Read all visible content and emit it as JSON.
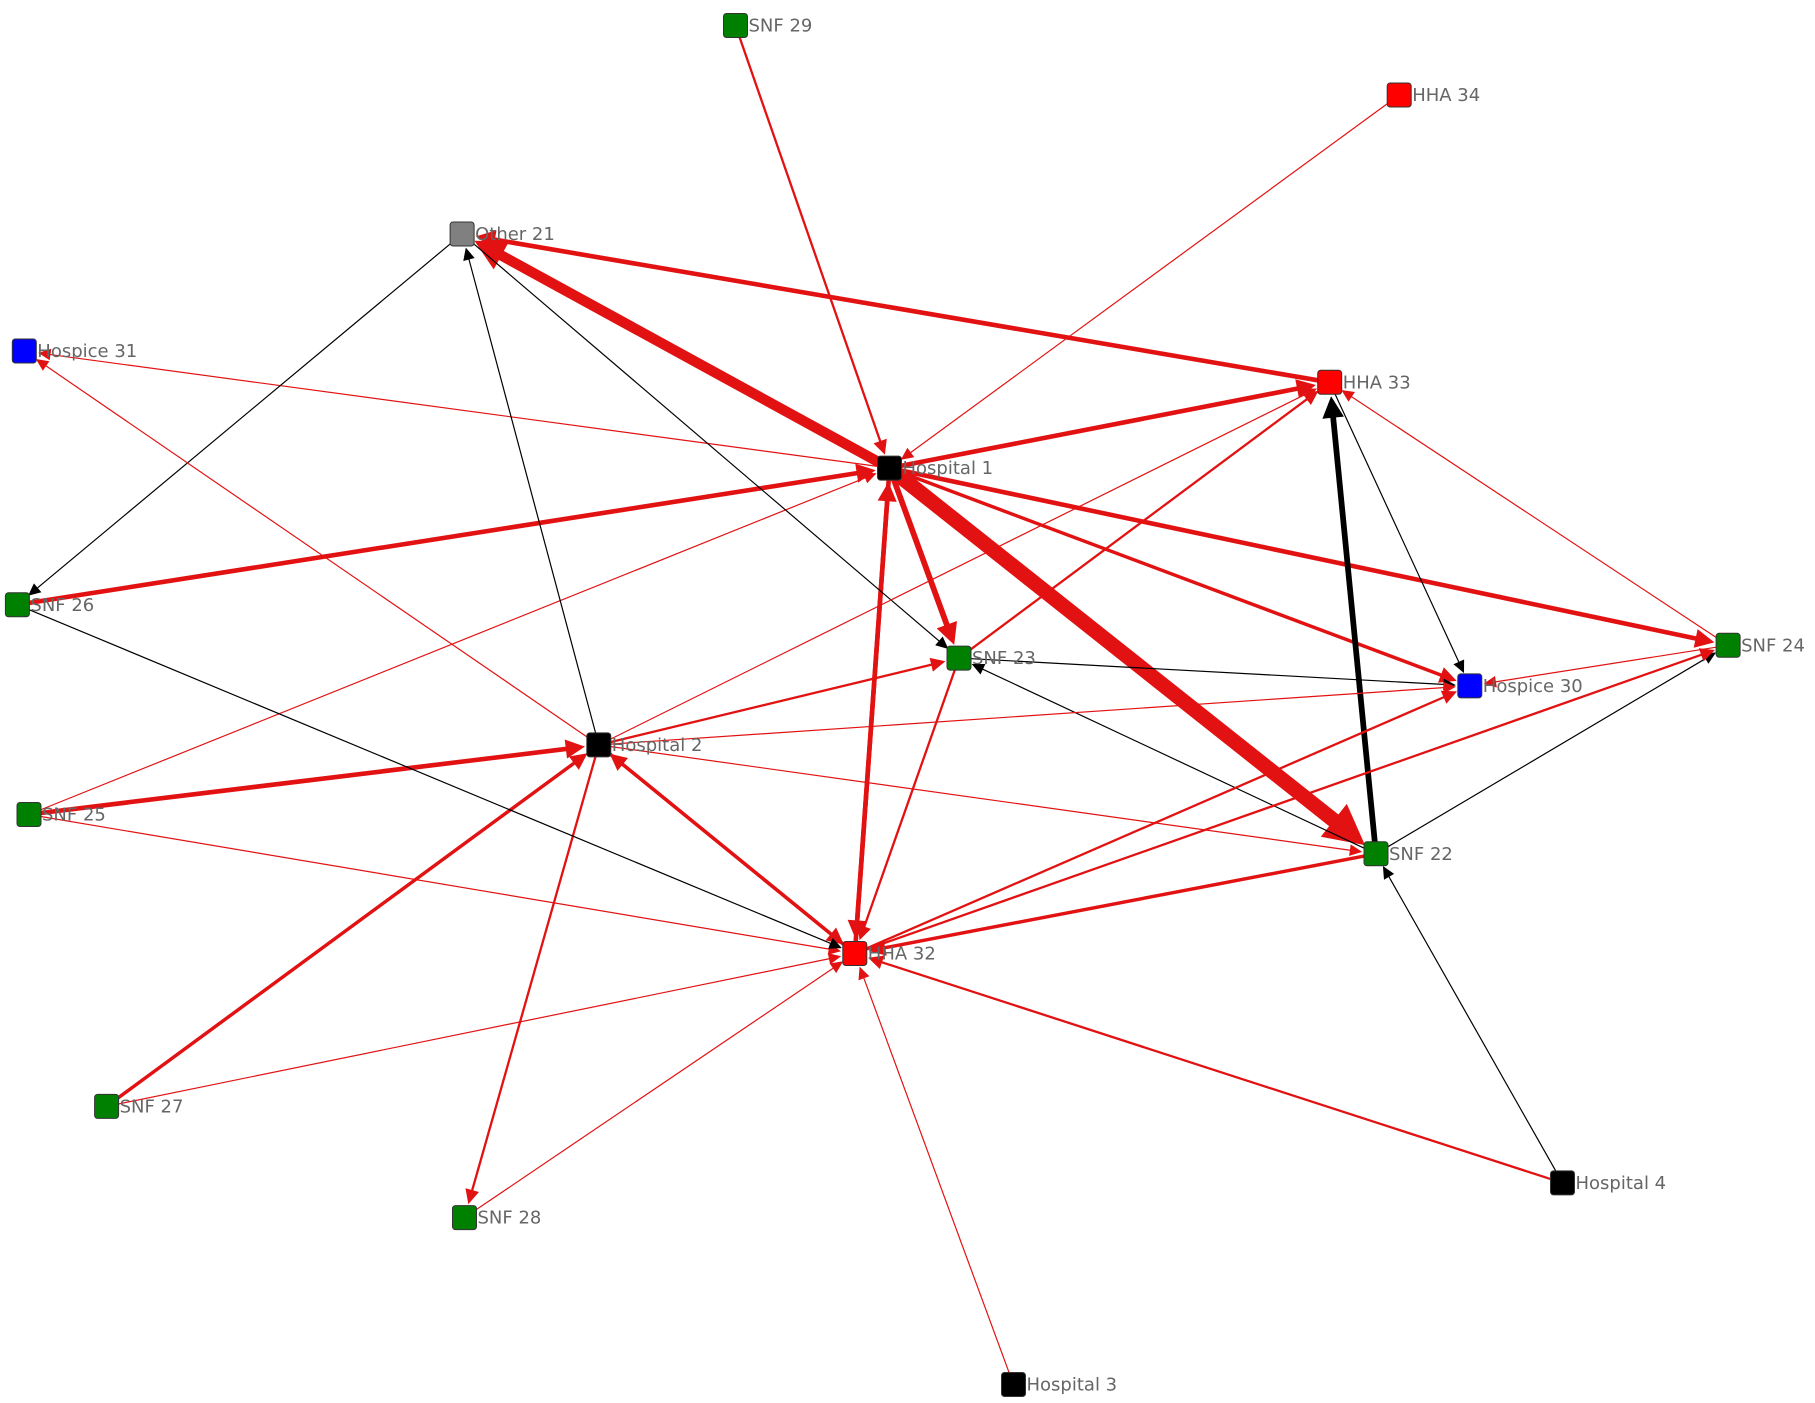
{
  "colors": {
    "hospital": "#000000",
    "snf": "#008000",
    "hha": "#ff0000",
    "hospice": "#0000ff",
    "other": "#808080",
    "edge_red": "#e31212",
    "edge_black": "#000000",
    "label": "#666666"
  },
  "nodes": [
    {
      "id": "h1",
      "label": "Hospital 1",
      "kind": "hospital"
    },
    {
      "id": "h2",
      "label": "Hospital 2",
      "kind": "hospital"
    },
    {
      "id": "h3",
      "label": "Hospital 3",
      "kind": "hospital"
    },
    {
      "id": "h4",
      "label": "Hospital 4",
      "kind": "hospital"
    },
    {
      "id": "o21",
      "label": "Other 21",
      "kind": "other"
    },
    {
      "id": "s22",
      "label": "SNF 22",
      "kind": "snf"
    },
    {
      "id": "s23",
      "label": "SNF 23",
      "kind": "snf"
    },
    {
      "id": "s24",
      "label": "SNF 24",
      "kind": "snf"
    },
    {
      "id": "s25",
      "label": "SNF 25",
      "kind": "snf"
    },
    {
      "id": "s26",
      "label": "SNF 26",
      "kind": "snf"
    },
    {
      "id": "s27",
      "label": "SNF 27",
      "kind": "snf"
    },
    {
      "id": "s28",
      "label": "SNF 28",
      "kind": "snf"
    },
    {
      "id": "s29",
      "label": "SNF 29",
      "kind": "snf"
    },
    {
      "id": "hs30",
      "label": "Hospice 30",
      "kind": "hospice"
    },
    {
      "id": "hs31",
      "label": "Hospice 31",
      "kind": "hospice"
    },
    {
      "id": "a32",
      "label": "HHA 32",
      "kind": "hha"
    },
    {
      "id": "a33",
      "label": "HHA 33",
      "kind": "hha"
    },
    {
      "id": "a34",
      "label": "HHA 34",
      "kind": "hha"
    }
  ],
  "edges": [
    {
      "from": "h1",
      "to": "o21",
      "color": "red",
      "weight": 9
    },
    {
      "from": "a33",
      "to": "o21",
      "color": "red",
      "weight": 4
    },
    {
      "from": "h1",
      "to": "a33",
      "color": "red",
      "weight": 4
    },
    {
      "from": "h1",
      "to": "s22",
      "color": "red",
      "weight": 13
    },
    {
      "from": "h1",
      "to": "s23",
      "color": "red",
      "weight": 5
    },
    {
      "from": "h1",
      "to": "s24",
      "color": "red",
      "weight": 4
    },
    {
      "from": "h1",
      "to": "hs30",
      "color": "red",
      "weight": 3
    },
    {
      "from": "h1",
      "to": "a32",
      "color": "red",
      "weight": 4
    },
    {
      "from": "a32",
      "to": "h1",
      "color": "red",
      "weight": 4
    },
    {
      "from": "s29",
      "to": "h1",
      "color": "red",
      "weight": 2
    },
    {
      "from": "s26",
      "to": "h1",
      "color": "red",
      "weight": 4
    },
    {
      "from": "a34",
      "to": "h1",
      "color": "red",
      "weight": 1
    },
    {
      "from": "h1",
      "to": "hs31",
      "color": "red",
      "weight": 1
    },
    {
      "from": "s25",
      "to": "h1",
      "color": "red",
      "weight": 1
    },
    {
      "from": "s22",
      "to": "a33",
      "color": "black",
      "weight": 5
    },
    {
      "from": "a33",
      "to": "hs30",
      "color": "black",
      "weight": 1
    },
    {
      "from": "s24",
      "to": "a33",
      "color": "red",
      "weight": 1
    },
    {
      "from": "s22",
      "to": "s24",
      "color": "black",
      "weight": 1
    },
    {
      "from": "s22",
      "to": "s23",
      "color": "black",
      "weight": 1
    },
    {
      "from": "s23",
      "to": "hs30",
      "color": "black",
      "weight": 1
    },
    {
      "from": "o21",
      "to": "s23",
      "color": "black",
      "weight": 1
    },
    {
      "from": "o21",
      "to": "s26",
      "color": "black",
      "weight": 1
    },
    {
      "from": "h2",
      "to": "o21",
      "color": "black",
      "weight": 1
    },
    {
      "from": "h2",
      "to": "s23",
      "color": "red",
      "weight": 2
    },
    {
      "from": "h2",
      "to": "a33",
      "color": "red",
      "weight": 1
    },
    {
      "from": "h2",
      "to": "hs30",
      "color": "red",
      "weight": 1
    },
    {
      "from": "h2",
      "to": "s22",
      "color": "red",
      "weight": 1
    },
    {
      "from": "h2",
      "to": "hs31",
      "color": "red",
      "weight": 1
    },
    {
      "from": "h2",
      "to": "s28",
      "color": "red",
      "weight": 2
    },
    {
      "from": "a32",
      "to": "h2",
      "color": "red",
      "weight": 3
    },
    {
      "from": "h2",
      "to": "a32",
      "color": "red",
      "weight": 3
    },
    {
      "from": "s25",
      "to": "h2",
      "color": "red",
      "weight": 4
    },
    {
      "from": "s27",
      "to": "h2",
      "color": "red",
      "weight": 3
    },
    {
      "from": "s28",
      "to": "a32",
      "color": "red",
      "weight": 1
    },
    {
      "from": "s27",
      "to": "a32",
      "color": "red",
      "weight": 1
    },
    {
      "from": "s25",
      "to": "a32",
      "color": "red",
      "weight": 1
    },
    {
      "from": "s26",
      "to": "a32",
      "color": "black",
      "weight": 1
    },
    {
      "from": "h3",
      "to": "a32",
      "color": "red",
      "weight": 1
    },
    {
      "from": "h4",
      "to": "a32",
      "color": "red",
      "weight": 2
    },
    {
      "from": "h4",
      "to": "s22",
      "color": "black",
      "weight": 1
    },
    {
      "from": "s22",
      "to": "a32",
      "color": "red",
      "weight": 3
    },
    {
      "from": "s23",
      "to": "a32",
      "color": "red",
      "weight": 2
    },
    {
      "from": "a32",
      "to": "hs30",
      "color": "red",
      "weight": 2
    },
    {
      "from": "a32",
      "to": "s24",
      "color": "red",
      "weight": 2
    },
    {
      "from": "s23",
      "to": "a33",
      "color": "red",
      "weight": 2
    },
    {
      "from": "s24",
      "to": "hs30",
      "color": "red",
      "weight": 1
    }
  ]
}
